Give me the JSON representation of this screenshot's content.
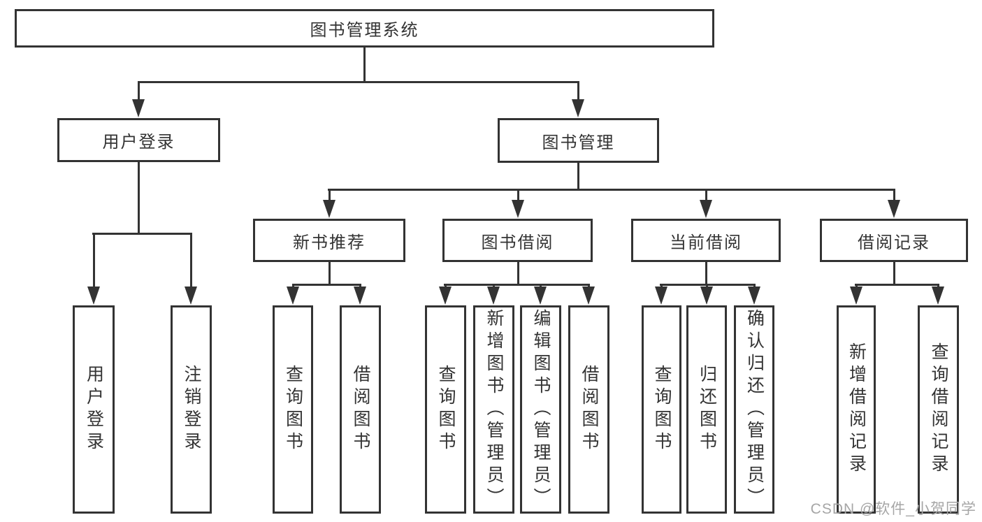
{
  "diagram": {
    "root": {
      "label": "图书管理系统"
    },
    "branches": [
      {
        "label": "用户登录"
      },
      {
        "label": "图书管理"
      }
    ],
    "modules": [
      {
        "label": "新书推荐",
        "parent": "图书管理"
      },
      {
        "label": "图书借阅",
        "parent": "图书管理"
      },
      {
        "label": "当前借阅",
        "parent": "图书管理"
      },
      {
        "label": "借阅记录",
        "parent": "图书管理"
      }
    ],
    "leaves": [
      {
        "label": "用户登录",
        "parent": "用户登录"
      },
      {
        "label": "注销登录",
        "parent": "用户登录"
      },
      {
        "label": "查询图书",
        "parent": "新书推荐"
      },
      {
        "label": "借阅图书",
        "parent": "新书推荐"
      },
      {
        "label": "查询图书",
        "parent": "图书借阅"
      },
      {
        "label": "新增图书（管理员）",
        "parent": "图书借阅"
      },
      {
        "label": "编辑图书（管理员）",
        "parent": "图书借阅"
      },
      {
        "label": "借阅图书",
        "parent": "图书借阅"
      },
      {
        "label": "查询图书",
        "parent": "当前借阅"
      },
      {
        "label": "归还图书",
        "parent": "当前借阅"
      },
      {
        "label": "确认归还（管理员）",
        "parent": "当前借阅"
      },
      {
        "label": "新增借阅记录",
        "parent": "借阅记录"
      },
      {
        "label": "查询借阅记录",
        "parent": "借阅记录"
      }
    ],
    "watermark": "CSDN @软件_小贺同学",
    "colors": {
      "line": "#333333",
      "text": "#333333",
      "watermark": "#a6a6a6",
      "background": "#ffffff"
    }
  }
}
